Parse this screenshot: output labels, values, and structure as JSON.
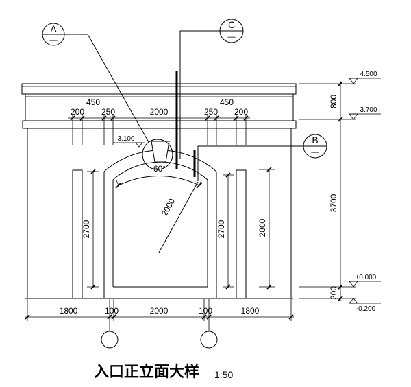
{
  "drawing": {
    "title": "入口正立面大样",
    "scale": "1:50"
  },
  "callouts": {
    "a": {
      "letter": "A",
      "sheet": "—"
    },
    "b": {
      "letter": "B",
      "sheet": "—"
    },
    "c": {
      "letter": "C",
      "sheet": "—"
    }
  },
  "top_dimensions": {
    "overall": [
      "450",
      "450"
    ],
    "segments": [
      "200",
      "250",
      "2000",
      "250",
      "200"
    ]
  },
  "bottom_dimensions": [
    "1800",
    "100",
    "2000",
    "100",
    "1800"
  ],
  "height_dimensions": {
    "elevation_chain": [
      "800",
      "3700",
      "200"
    ],
    "left_opening": "2700",
    "right_opening": "2700",
    "inner_right": "2800"
  },
  "levels": {
    "cornice_top": "4.500",
    "cornice_base": "3.700",
    "floor": "±0.000",
    "ground": "-0.200",
    "keystone": "3.100"
  },
  "arch": {
    "radius": "2000",
    "angle": "60°"
  }
}
